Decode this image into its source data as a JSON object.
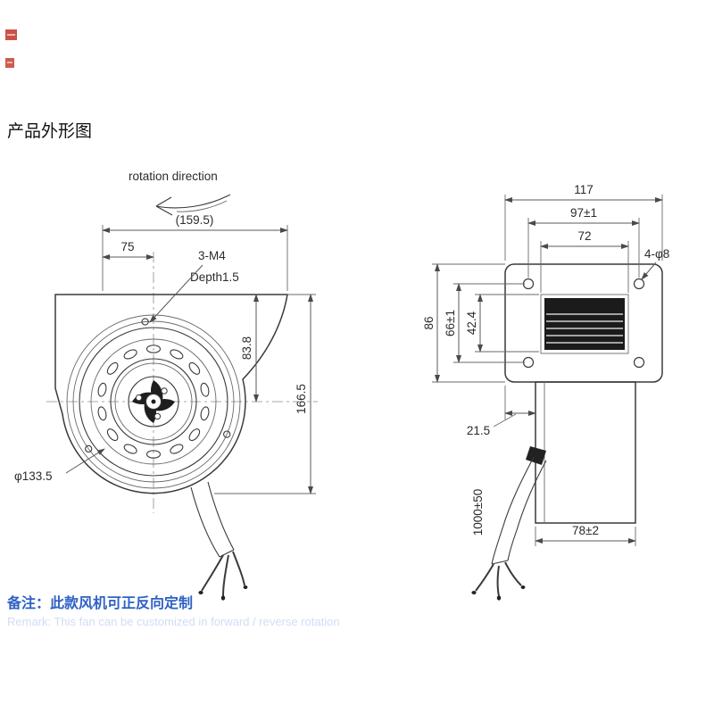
{
  "page": {
    "title": "产品外形图",
    "note": "备注：此款风机可正反向定制",
    "note_en": "Remark: This fan can be customized in forward / reverse rotation"
  },
  "front_view": {
    "rotation_label": "rotation direction",
    "dims": {
      "overall_width": "(159.5)",
      "flange_width": "75",
      "mount_holes": "3-M4",
      "mount_holes_depth": "Depth1.5",
      "center_height": "83.8",
      "overall_height": "166.5",
      "inlet_diameter": "φ133.5"
    }
  },
  "side_view": {
    "dims": {
      "flange_width": "117",
      "hole_pitch_h": "97±1",
      "inlet_width": "72",
      "corner_holes": "4-φ8",
      "flange_height": "86",
      "hole_pitch_v": "66±1",
      "inlet_height": "42.4",
      "cable_offset": "21.5",
      "cable_length": "1000±50",
      "body_depth": "78±2"
    }
  }
}
